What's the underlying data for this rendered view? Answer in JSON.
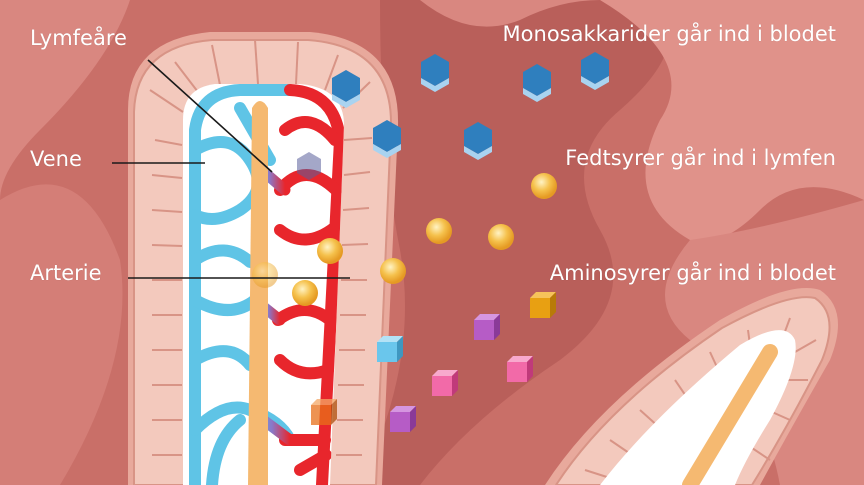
{
  "labels": {
    "lymph_vessel": "Lymfeåre",
    "vein": "Vene",
    "artery": "Arterie",
    "monosaccharides": "Monosakkarider går ind i blodet",
    "fatty_acids": "Fedtsyrer går ind i lymfen",
    "amino_acids": "Aminosyrer går ind i blodet"
  },
  "colors": {
    "background": "#c96f68",
    "mucosa_light": "#e0928a",
    "villus_wall": "#f3c9bd",
    "lymph": "#f5b971",
    "vein": "#5fc4e6",
    "artery": "#e8262c",
    "monosaccharide": "#2f7fbe",
    "fatty_acid": "#f2b33d"
  },
  "icons": {
    "monosaccharide": "hexagon-molecule-icon",
    "fatty_acid": "droplet-molecule-icon",
    "amino_acid": "cube-molecule-icon"
  }
}
